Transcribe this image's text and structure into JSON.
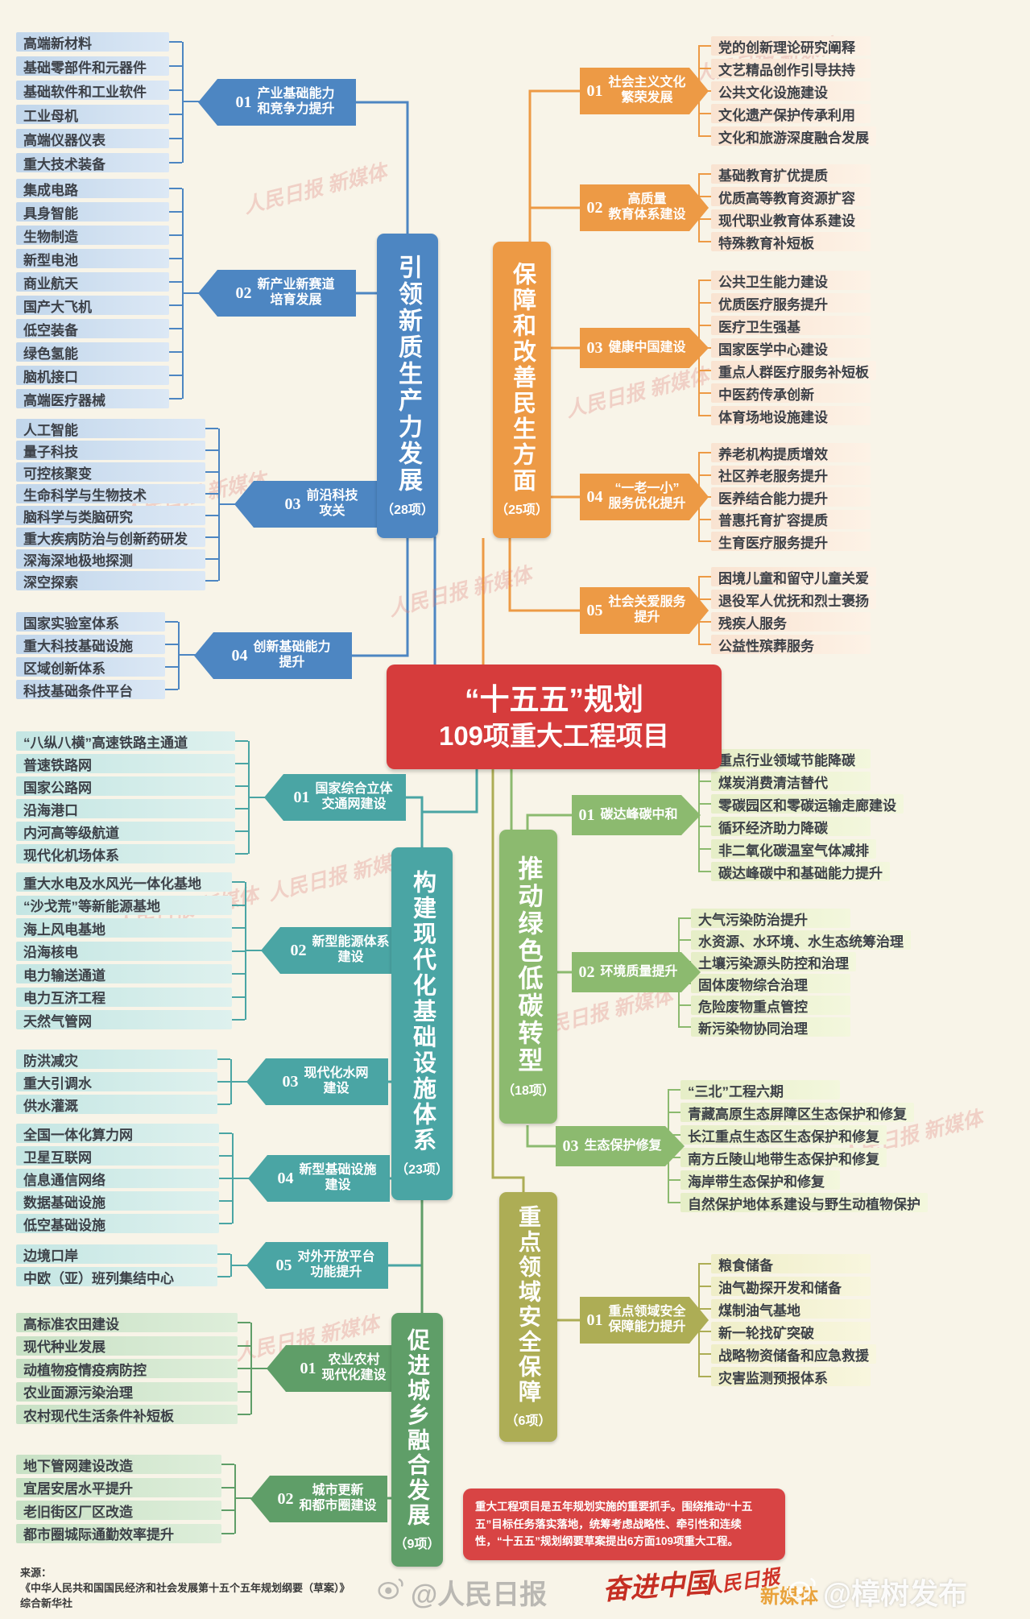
{
  "center": {
    "title_line1": "“十五五”规划",
    "title_line2": "109项重大工程项目"
  },
  "note": {
    "text": "重大工程项目是五年规划实施的重要抓手。围绕推动“十五五”目标任务落实落地，统筹考虑战略性、牵引性和连续性，“十五五”规划纲要草案提出6方面109项重大工程。"
  },
  "source": {
    "label": "来源：",
    "line1": "《中华人民共和国国民经济和社会发展第十五个五年规划纲要（草案）》",
    "line2": "综合新华社"
  },
  "watermark": {
    "text": "人民日报 新媒体"
  },
  "marks": {
    "press": "@人民日报",
    "calligraphy": "奋进中国",
    "rmrb_script": "人民日报",
    "media": "新媒体",
    "right_watermark": "@樟树发布"
  },
  "branches": {
    "blue": {
      "title": "引领新质生产力发展",
      "count": "（28项）"
    },
    "teal": {
      "title": "构建现代化基础设施体系",
      "count": "（23项）"
    },
    "lgreen": {
      "title": "促进城乡融合发展",
      "count": "（9项）"
    },
    "orange": {
      "title": "保障和改善民生方面",
      "count": "（25项）"
    },
    "rgreen": {
      "title": "推动绿色低碳转型",
      "count": "（18项）"
    },
    "olive": {
      "title": "重点领域安全保障",
      "count": "（6项）"
    }
  },
  "groups": {
    "L1": {
      "num": "01",
      "label": "产业基础能力\n和竞争力提升",
      "items": [
        "高端新材料",
        "基础零部件和元器件",
        "基础软件和工业软件",
        "工业母机",
        "高端仪器仪表",
        "重大技术装备"
      ]
    },
    "L2": {
      "num": "02",
      "label": "新产业新赛道\n培育发展",
      "items": [
        "集成电路",
        "具身智能",
        "生物制造",
        "新型电池",
        "商业航天",
        "国产大飞机",
        "低空装备",
        "绿色氢能",
        "脑机接口",
        "高端医疗器械"
      ]
    },
    "L3": {
      "num": "03",
      "label": "前沿科技\n攻关",
      "items": [
        "人工智能",
        "量子科技",
        "可控核聚变",
        "生命科学与生物技术",
        "脑科学与类脑研究",
        "重大疾病防治与创新药研发",
        "深海深地极地探测",
        "深空探索"
      ]
    },
    "L4": {
      "num": "04",
      "label": "创新基础能力\n提升",
      "items": [
        "国家实验室体系",
        "重大科技基础设施",
        "区域创新体系",
        "科技基础条件平台"
      ]
    },
    "T1": {
      "num": "01",
      "label": "国家综合立体\n交通网建设",
      "items": [
        "“八纵八横”高速铁路主通道",
        "普速铁路网",
        "国家公路网",
        "沿海港口",
        "内河高等级航道",
        "现代化机场体系"
      ]
    },
    "T2": {
      "num": "02",
      "label": "新型能源体系\n建设",
      "items": [
        "重大水电及水风光一体化基地",
        "“沙戈荒”等新能源基地",
        "海上风电基地",
        "沿海核电",
        "电力输送通道",
        "电力互济工程",
        "天然气管网"
      ]
    },
    "T3": {
      "num": "03",
      "label": "现代化水网\n建设",
      "items": [
        "防洪减灾",
        "重大引调水",
        "供水灌溉"
      ]
    },
    "T4": {
      "num": "04",
      "label": "新型基础设施\n建设",
      "items": [
        "全国一体化算力网",
        "卫星互联网",
        "信息通信网络",
        "数据基础设施",
        "低空基础设施"
      ]
    },
    "T5": {
      "num": "05",
      "label": "对外开放平台\n功能提升",
      "items": [
        "边境口岸",
        "中欧（亚）班列集结中心"
      ]
    },
    "P1": {
      "num": "01",
      "label": "农业农村\n现代化建设",
      "items": [
        "高标准农田建设",
        "现代种业发展",
        "动植物疫情疫病防控",
        "农业面源污染治理",
        "农村现代生活条件补短板"
      ]
    },
    "P2": {
      "num": "02",
      "label": "城市更新\n和都市圈建设",
      "items": [
        "地下管网建设改造",
        "宜居安居水平提升",
        "老旧街区厂区改造",
        "都市圈城际通勤效率提升"
      ]
    },
    "O1": {
      "num": "01",
      "label": "社会主义文化\n繁荣发展",
      "items": [
        "党的创新理论研究阐释",
        "文艺精品创作引导扶持",
        "公共文化设施建设",
        "文化遗产保护传承利用",
        "文化和旅游深度融合发展"
      ]
    },
    "O2": {
      "num": "02",
      "label": "高质量\n教育体系建设",
      "items": [
        "基础教育扩优提质",
        "优质高等教育资源扩容",
        "现代职业教育体系建设",
        "特殊教育补短板"
      ]
    },
    "O3": {
      "num": "03",
      "label": "健康中国建设",
      "items": [
        "公共卫生能力建设",
        "优质医疗服务提升",
        "医疗卫生强基",
        "国家医学中心建设",
        "重点人群医疗服务补短板",
        "中医药传承创新",
        "体育场地设施建设"
      ]
    },
    "O4": {
      "num": "04",
      "label": "“一老一小”\n服务优化提升",
      "items": [
        "养老机构提质增效",
        "社区养老服务提升",
        "医养结合能力提升",
        "普惠托育扩容提质",
        "生育医疗服务提升"
      ]
    },
    "O5": {
      "num": "05",
      "label": "社会关爱服务\n提升",
      "items": [
        "困境儿童和留守儿童关爱",
        "退役军人优抚和烈士褒扬",
        "残疾人服务",
        "公益性殡葬服务"
      ]
    },
    "G1": {
      "num": "01",
      "label": "碳达峰碳中和",
      "items": [
        "重点行业领域节能降碳",
        "煤炭消费清洁替代",
        "零碳园区和零碳运输走廊建设",
        "循环经济助力降碳",
        "非二氧化碳温室气体减排",
        "碳达峰碳中和基础能力提升"
      ]
    },
    "G2": {
      "num": "02",
      "label": "环境质量提升",
      "items": [
        "大气污染防治提升",
        "水资源、水环境、水生态统筹治理",
        "土壤污染源头防控和治理",
        "固体废物综合治理",
        "危险废物重点管控",
        "新污染物协同治理"
      ]
    },
    "G3": {
      "num": "03",
      "label": "生态保护修复",
      "items": [
        "“三北”工程六期",
        "青藏高原生态屏障区生态保护和修复",
        "长江重点生态区生态保护和修复",
        "南方丘陵山地带生态保护和修复",
        "海岸带生态保护和修复",
        "自然保护地体系建设与野生动植物保护"
      ]
    },
    "S1": {
      "num": "01",
      "label": "重点领域安全\n保障能力提升",
      "items": [
        "粮食储备",
        "油气勘探开发和储备",
        "煤制油气基地",
        "新一轮找矿突破",
        "战略物资储备和应急救援",
        "灾害监测预报体系"
      ]
    }
  }
}
